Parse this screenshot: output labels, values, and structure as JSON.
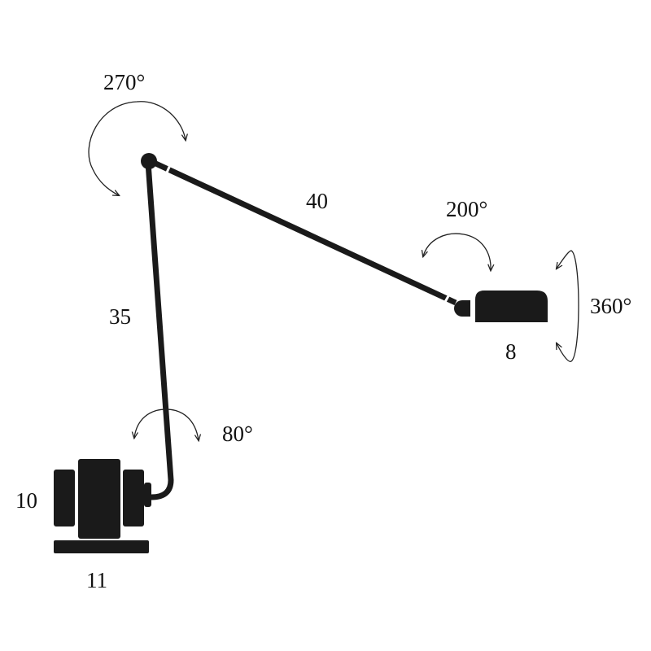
{
  "colors": {
    "ink": "#1a1a1a",
    "arrow": "#222222",
    "background": "#ffffff"
  },
  "labels": {
    "base_joint_rotation": "270°",
    "upper_arm_length": "40",
    "lower_arm_length": "35",
    "head_joint_rotation": "200°",
    "head_swivel": "360°",
    "head_size": "8",
    "base_rotation": "80°",
    "base_height": "10",
    "base_width": "11"
  }
}
